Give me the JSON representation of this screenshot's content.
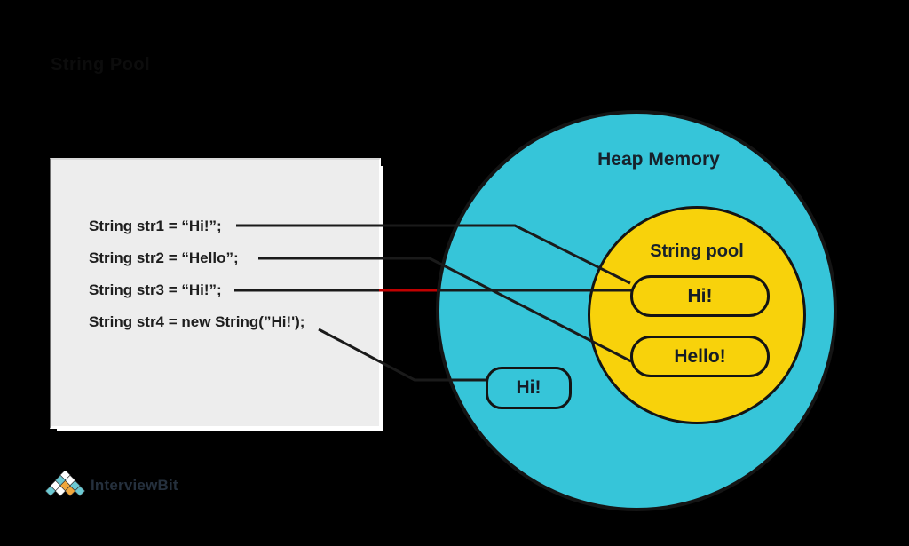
{
  "title": {
    "text": "String Pool"
  },
  "code_box": {
    "lines": [
      "String str1 = “Hi!”;",
      "String str2 = “Hello”;",
      "String str3 = “Hi!”;",
      "String str4 = new String(”Hi!');"
    ]
  },
  "heap": {
    "label": "Heap Memory",
    "fill": "#36c5d9"
  },
  "pool": {
    "label": "String pool",
    "fill": "#f8d20b"
  },
  "boxes": {
    "pool_hi": "Hi!",
    "pool_hello": "Hello!",
    "heap_hi": "Hi!"
  },
  "connectors": {
    "stroke": "#1a1a1a",
    "str3_highlight": "#c00000"
  },
  "logo": {
    "text": "InterviewBit",
    "colors": {
      "cyan": "#6cc9d3",
      "orange": "#f0a73c",
      "white": "#ffffff"
    }
  }
}
